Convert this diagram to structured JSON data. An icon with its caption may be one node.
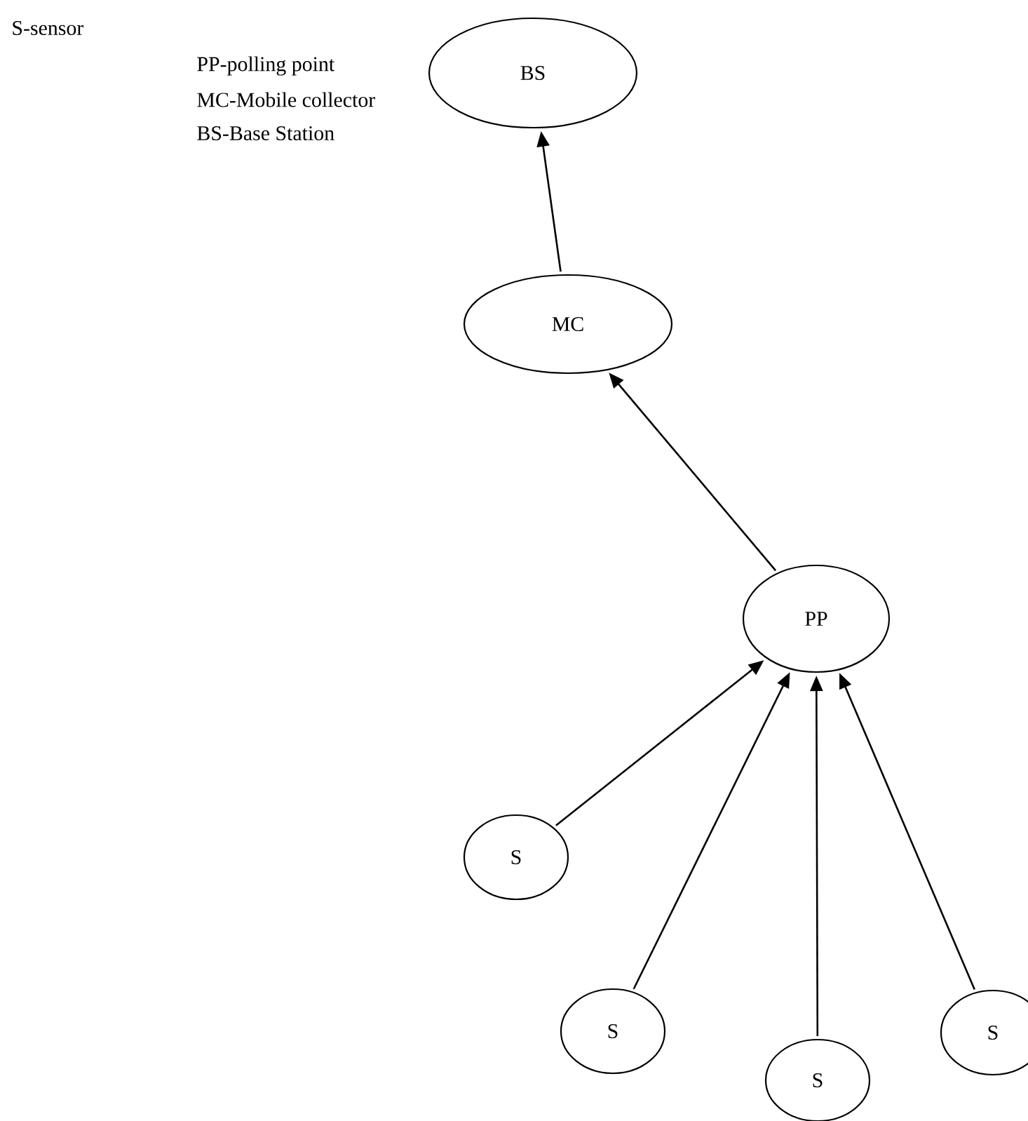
{
  "diagram": {
    "nodes": [
      {
        "text": [
          "BS"
        ]
      },
      {
        "text": [
          "MC"
        ]
      },
      {
        "text": [
          "PP"
        ]
      },
      {
        "text": [
          "S"
        ]
      },
      {
        "text": [
          "S"
        ]
      },
      {
        "text": [
          "S"
        ]
      },
      {
        "text": [
          "S"
        ]
      }
    ],
    "edges": [
      {
        "from": 1,
        "to": 0,
        "arrow": "to"
      },
      {
        "from": 2,
        "to": 1,
        "arrow": "to"
      },
      {
        "from": 3,
        "to": 2,
        "arrow": "to"
      },
      {
        "from": 4,
        "to": 2,
        "arrow": "to"
      },
      {
        "from": 5,
        "to": 2,
        "arrow": "to"
      },
      {
        "from": 6,
        "to": 2,
        "arrow": "to"
      }
    ],
    "labels": [
      "S-sensor",
      "PP-polling point",
      "MC-Mobile collector",
      "BS-Base Station"
    ]
  }
}
